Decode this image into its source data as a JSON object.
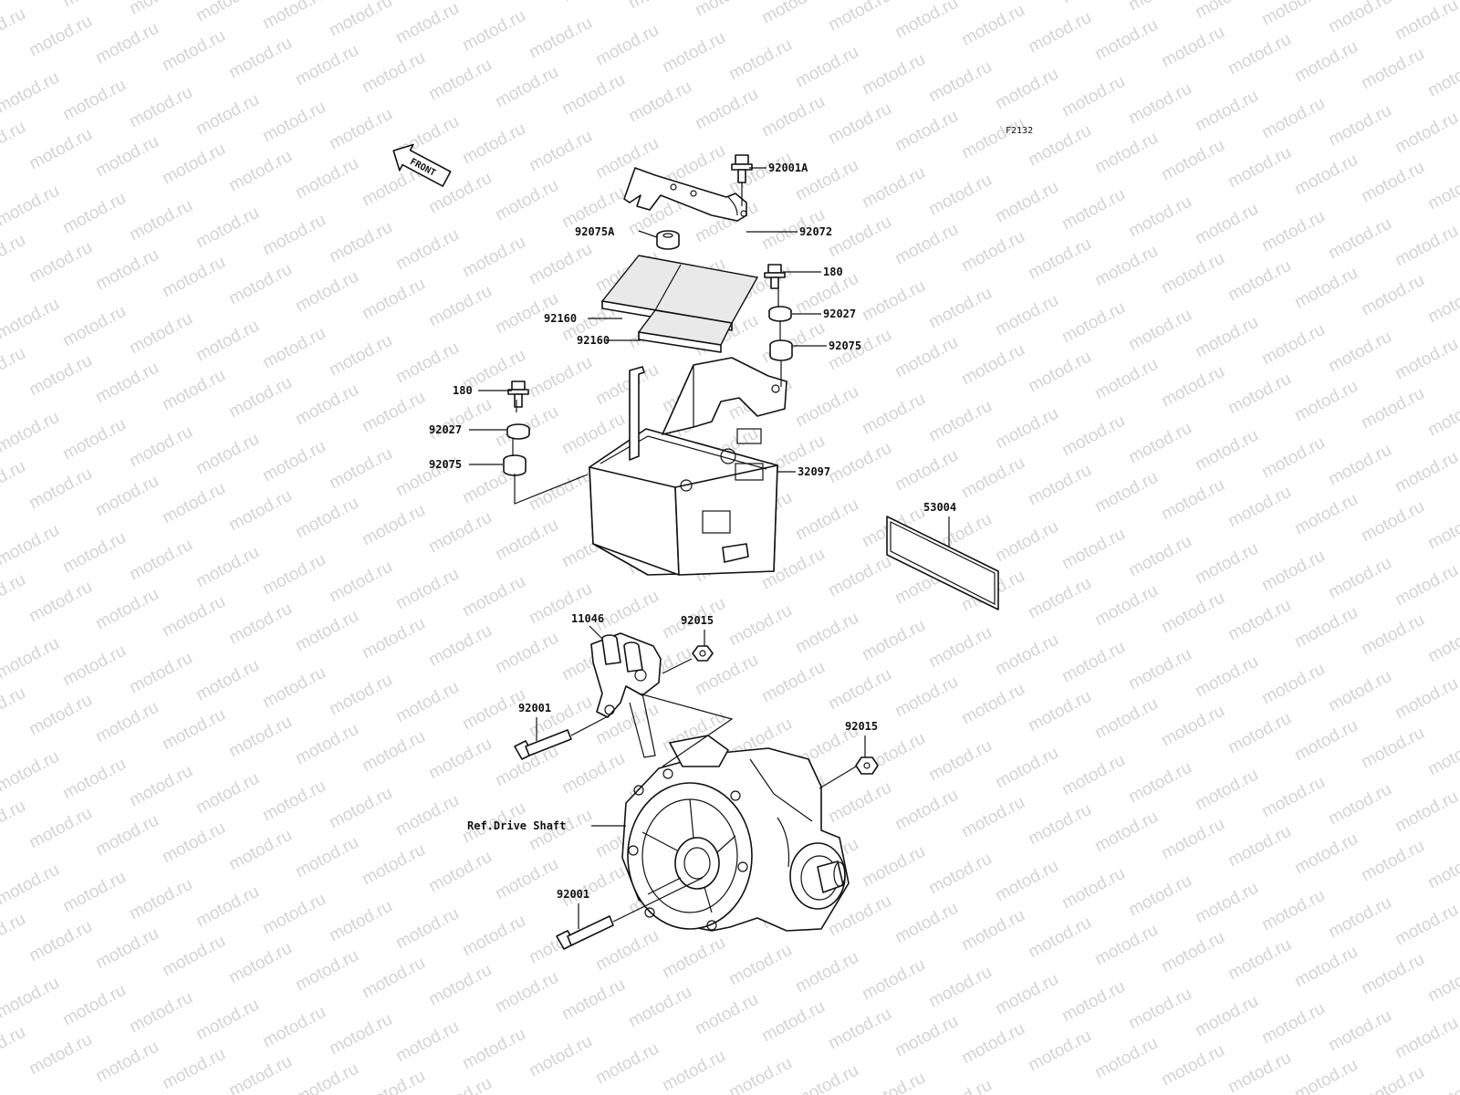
{
  "watermark": "motod.ru",
  "figure_code": "F2132",
  "front_label": "FRONT",
  "part_labels": {
    "p92001A": "92001A",
    "p92072": "92072",
    "p92075A": "92075A",
    "p180_right": "180",
    "p92027_right": "92027",
    "p92075_right": "92075",
    "p92160_top": "92160",
    "p92160_bottom": "92160",
    "p180_left": "180",
    "p92027_left": "92027",
    "p92075_left": "92075",
    "p32097": "32097",
    "p53004": "53004",
    "p11046": "11046",
    "p92015_top": "92015",
    "p92001_upper": "92001",
    "p92015_right": "92015",
    "ref_drive_shaft": "Ref.Drive Shaft",
    "p92001_lower": "92001"
  },
  "colors": {
    "line": "#111111",
    "watermark": "#d4d4d4",
    "background": "#ffffff"
  }
}
